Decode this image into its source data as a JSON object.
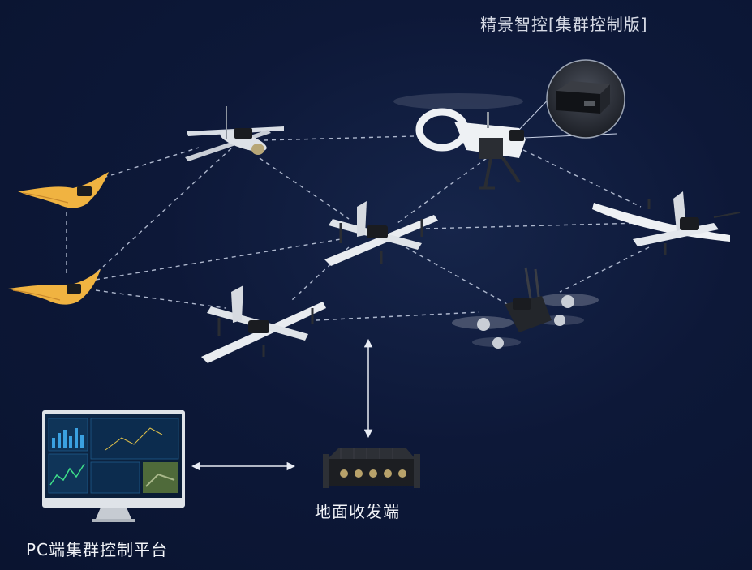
{
  "title": "精景智控[集群控制版]",
  "ground_station": {
    "label": "地面收发端"
  },
  "pc_platform": {
    "label": "PC端集群控制平台"
  },
  "colors": {
    "background": "#0b1530",
    "link_line": "#c9d2e6",
    "flying_wing": "#f0b341",
    "airframe": "#e9ecf0",
    "module": "#1a1c20"
  },
  "nodes": [
    {
      "name": "flying-wing-top",
      "kind": "flying wing"
    },
    {
      "name": "flying-wing-bottom",
      "kind": "flying wing"
    },
    {
      "name": "loitering-munition",
      "kind": "folding-wing munition"
    },
    {
      "name": "tail-sitter",
      "kind": "ducted tail-sitter VTOL"
    },
    {
      "name": "vtol-center",
      "kind": "fixed-wing VTOL"
    },
    {
      "name": "vtol-bottom",
      "kind": "fixed-wing VTOL"
    },
    {
      "name": "vtol-right",
      "kind": "fixed-wing VTOL"
    },
    {
      "name": "quadcopter",
      "kind": "quadcopter"
    }
  ]
}
